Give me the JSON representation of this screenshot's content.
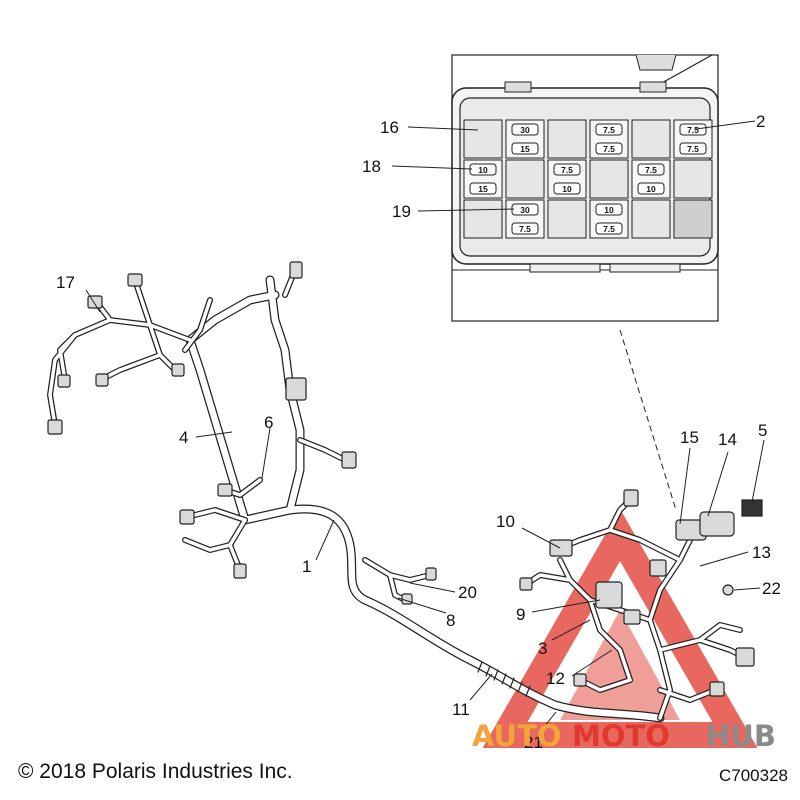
{
  "callouts": {
    "c1": "1",
    "c2": "2",
    "c3": "3",
    "c4": "4",
    "c5": "5",
    "c6": "6",
    "c8": "8",
    "c9": "9",
    "c10": "10",
    "c11": "11",
    "c12": "12",
    "c13": "13",
    "c14": "14",
    "c15": "15",
    "c16": "16",
    "c17": "17",
    "c18": "18",
    "c19": "19",
    "c20": "20",
    "c21": "21",
    "c22": "22"
  },
  "fuse_box": {
    "ratings": {
      "r1a": "30",
      "r1b": "15",
      "r2a": "7.5",
      "r2b": "7.5",
      "r3a": "7.5",
      "r3b": "7.5",
      "r4a": "10",
      "r4b": "15",
      "r5a": "7.5",
      "r5b": "10",
      "r6a": "7.5",
      "r6b": "10",
      "r7a": "30",
      "r7b": "7.5",
      "r8a": "10",
      "r8b": "7.5"
    }
  },
  "watermark": {
    "auto": "AUTO",
    "moto": "MOTO",
    "hub": "HUB",
    "colors": {
      "red": "#e03a2f",
      "orange": "#f2a43a",
      "gray": "#8a8a8a"
    }
  },
  "footer": {
    "copyright": "© 2018 Polaris Industries Inc.",
    "part_code": "C700328"
  }
}
